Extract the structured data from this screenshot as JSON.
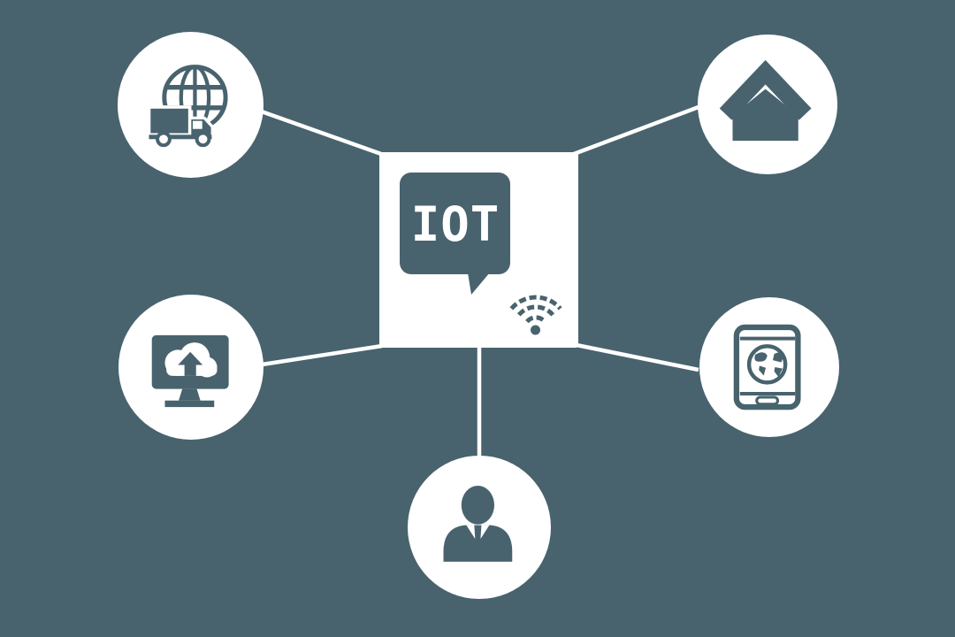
{
  "theme": {
    "background_color": "#48636e",
    "shape_color": "#ffffff"
  },
  "hub": {
    "label": "IOT",
    "name": "iot-hub",
    "icons": {
      "bubble": "speech-bubble-icon",
      "wifi": "wifi-signal-icon"
    }
  },
  "nodes": [
    {
      "id": "logistics",
      "position": "top-left",
      "icon": "globe-truck-icon"
    },
    {
      "id": "smart-home",
      "position": "top-right",
      "icon": "house-icon"
    },
    {
      "id": "cloud-computing",
      "position": "middle-left",
      "icon": "monitor-cloud-upload-icon"
    },
    {
      "id": "mobile-device",
      "position": "middle-right",
      "icon": "smartphone-globe-icon"
    },
    {
      "id": "user",
      "position": "bottom-center",
      "icon": "person-icon"
    }
  ],
  "connections": [
    {
      "from": "iot-hub",
      "to": "logistics"
    },
    {
      "from": "iot-hub",
      "to": "smart-home"
    },
    {
      "from": "iot-hub",
      "to": "cloud-computing"
    },
    {
      "from": "iot-hub",
      "to": "mobile-device"
    },
    {
      "from": "iot-hub",
      "to": "user"
    }
  ]
}
